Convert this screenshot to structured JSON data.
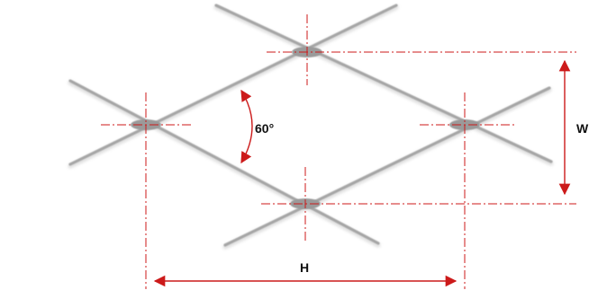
{
  "labels": {
    "angle": "60°",
    "width": "W",
    "height": "H"
  },
  "colors": {
    "cable": "#a8a8a8",
    "cable_dark": "#8e8e8e",
    "dimension": "#cc1a1a"
  }
}
